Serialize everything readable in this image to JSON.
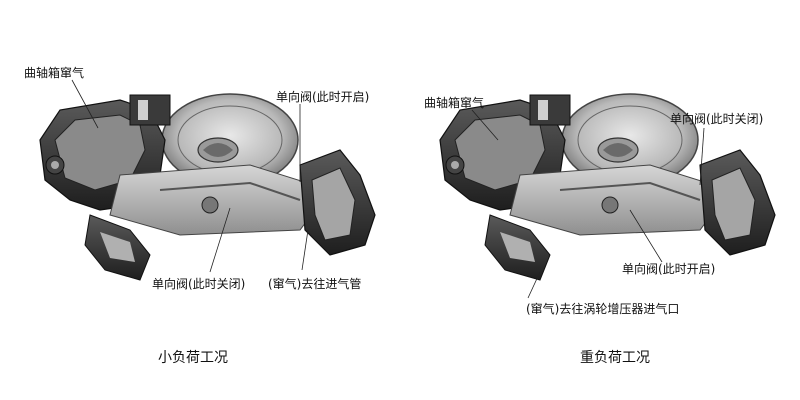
{
  "panels": [
    {
      "labels": {
        "crankcase_vent": "曲轴箱窜气",
        "check_valve_top": "单向阀(此时开启)",
        "check_valve_bottom": "单向阀(此时关闭)",
        "outlet": "(窜气)去往进气管"
      },
      "caption": "小负荷工况"
    },
    {
      "labels": {
        "crankcase_vent": "曲轴箱窜气",
        "check_valve_top": "单向阀(此时关闭)",
        "check_valve_bottom": "单向阀(此时开启)",
        "outlet": "(窜气)去往涡轮增压器进气口"
      },
      "caption": "重负荷工况"
    }
  ]
}
